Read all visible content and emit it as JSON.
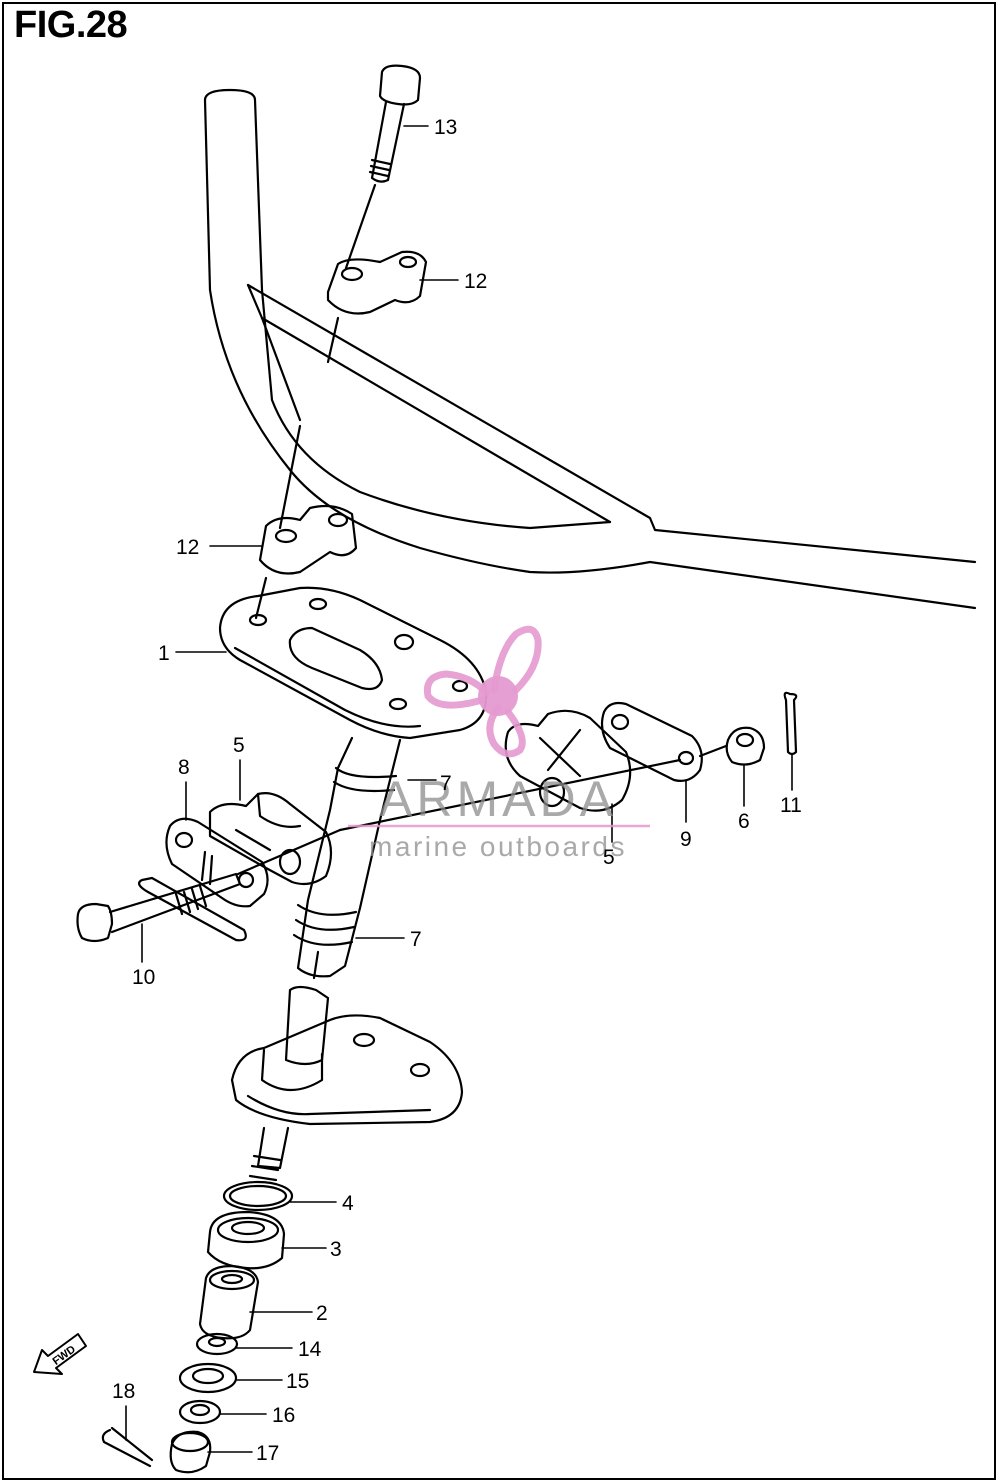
{
  "figure": {
    "title": "FIG.28"
  },
  "direction_arrow": {
    "label": "FWD"
  },
  "watermark": {
    "brand": "ARMADA",
    "tagline": "marine outboards",
    "brand_color": "#8c8c8c",
    "logo_color": "#e59ad0"
  },
  "callouts": [
    {
      "id": "c13",
      "number": "13"
    },
    {
      "id": "c12a",
      "number": "12"
    },
    {
      "id": "c12b",
      "number": "12"
    },
    {
      "id": "c1",
      "number": "1"
    },
    {
      "id": "c8",
      "number": "8"
    },
    {
      "id": "c5a",
      "number": "5"
    },
    {
      "id": "c7a",
      "number": "7"
    },
    {
      "id": "c5b",
      "number": "5"
    },
    {
      "id": "c9",
      "number": "9"
    },
    {
      "id": "c6",
      "number": "6"
    },
    {
      "id": "c11",
      "number": "11"
    },
    {
      "id": "c10",
      "number": "10"
    },
    {
      "id": "c7b",
      "number": "7"
    },
    {
      "id": "c4",
      "number": "4"
    },
    {
      "id": "c3",
      "number": "3"
    },
    {
      "id": "c2",
      "number": "2"
    },
    {
      "id": "c14",
      "number": "14"
    },
    {
      "id": "c15",
      "number": "15"
    },
    {
      "id": "c16",
      "number": "16"
    },
    {
      "id": "c18",
      "number": "18"
    },
    {
      "id": "c17",
      "number": "17"
    }
  ]
}
